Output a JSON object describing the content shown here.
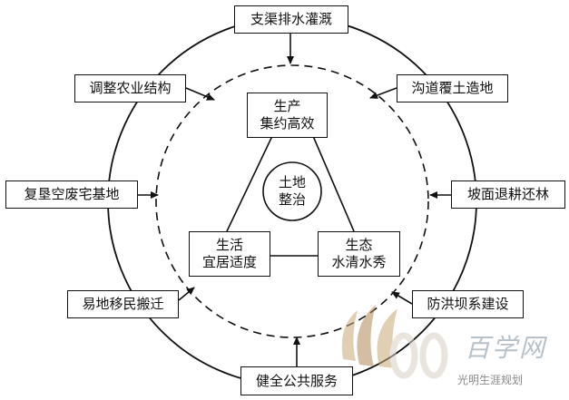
{
  "outer_labels": {
    "top": "支渠排水灌溉",
    "top_left": "调整农业结构",
    "top_right": "沟道覆土造地",
    "left": "复垦空废宅基地",
    "right": "坡面退耕还林",
    "bottom_left": "易地移民搬迁",
    "bottom_right": "防洪坝系建设",
    "bottom": "健全公共服务"
  },
  "inner_nodes": {
    "production": {
      "line1": "生产",
      "line2": "集约高效"
    },
    "living": {
      "line1": "生活",
      "line2": "宜居适度"
    },
    "ecology": {
      "line1": "生态",
      "line2": "水清水秀"
    }
  },
  "center": {
    "line1": "土地",
    "line2": "整治"
  },
  "watermark": {
    "logo_text": "百学网",
    "caption": "光明生涯规划"
  },
  "colors": {
    "line": "#111111",
    "background": "#ffffff",
    "watermark_brown": "#b08a5a",
    "watermark_text": "#9a9a9a"
  }
}
